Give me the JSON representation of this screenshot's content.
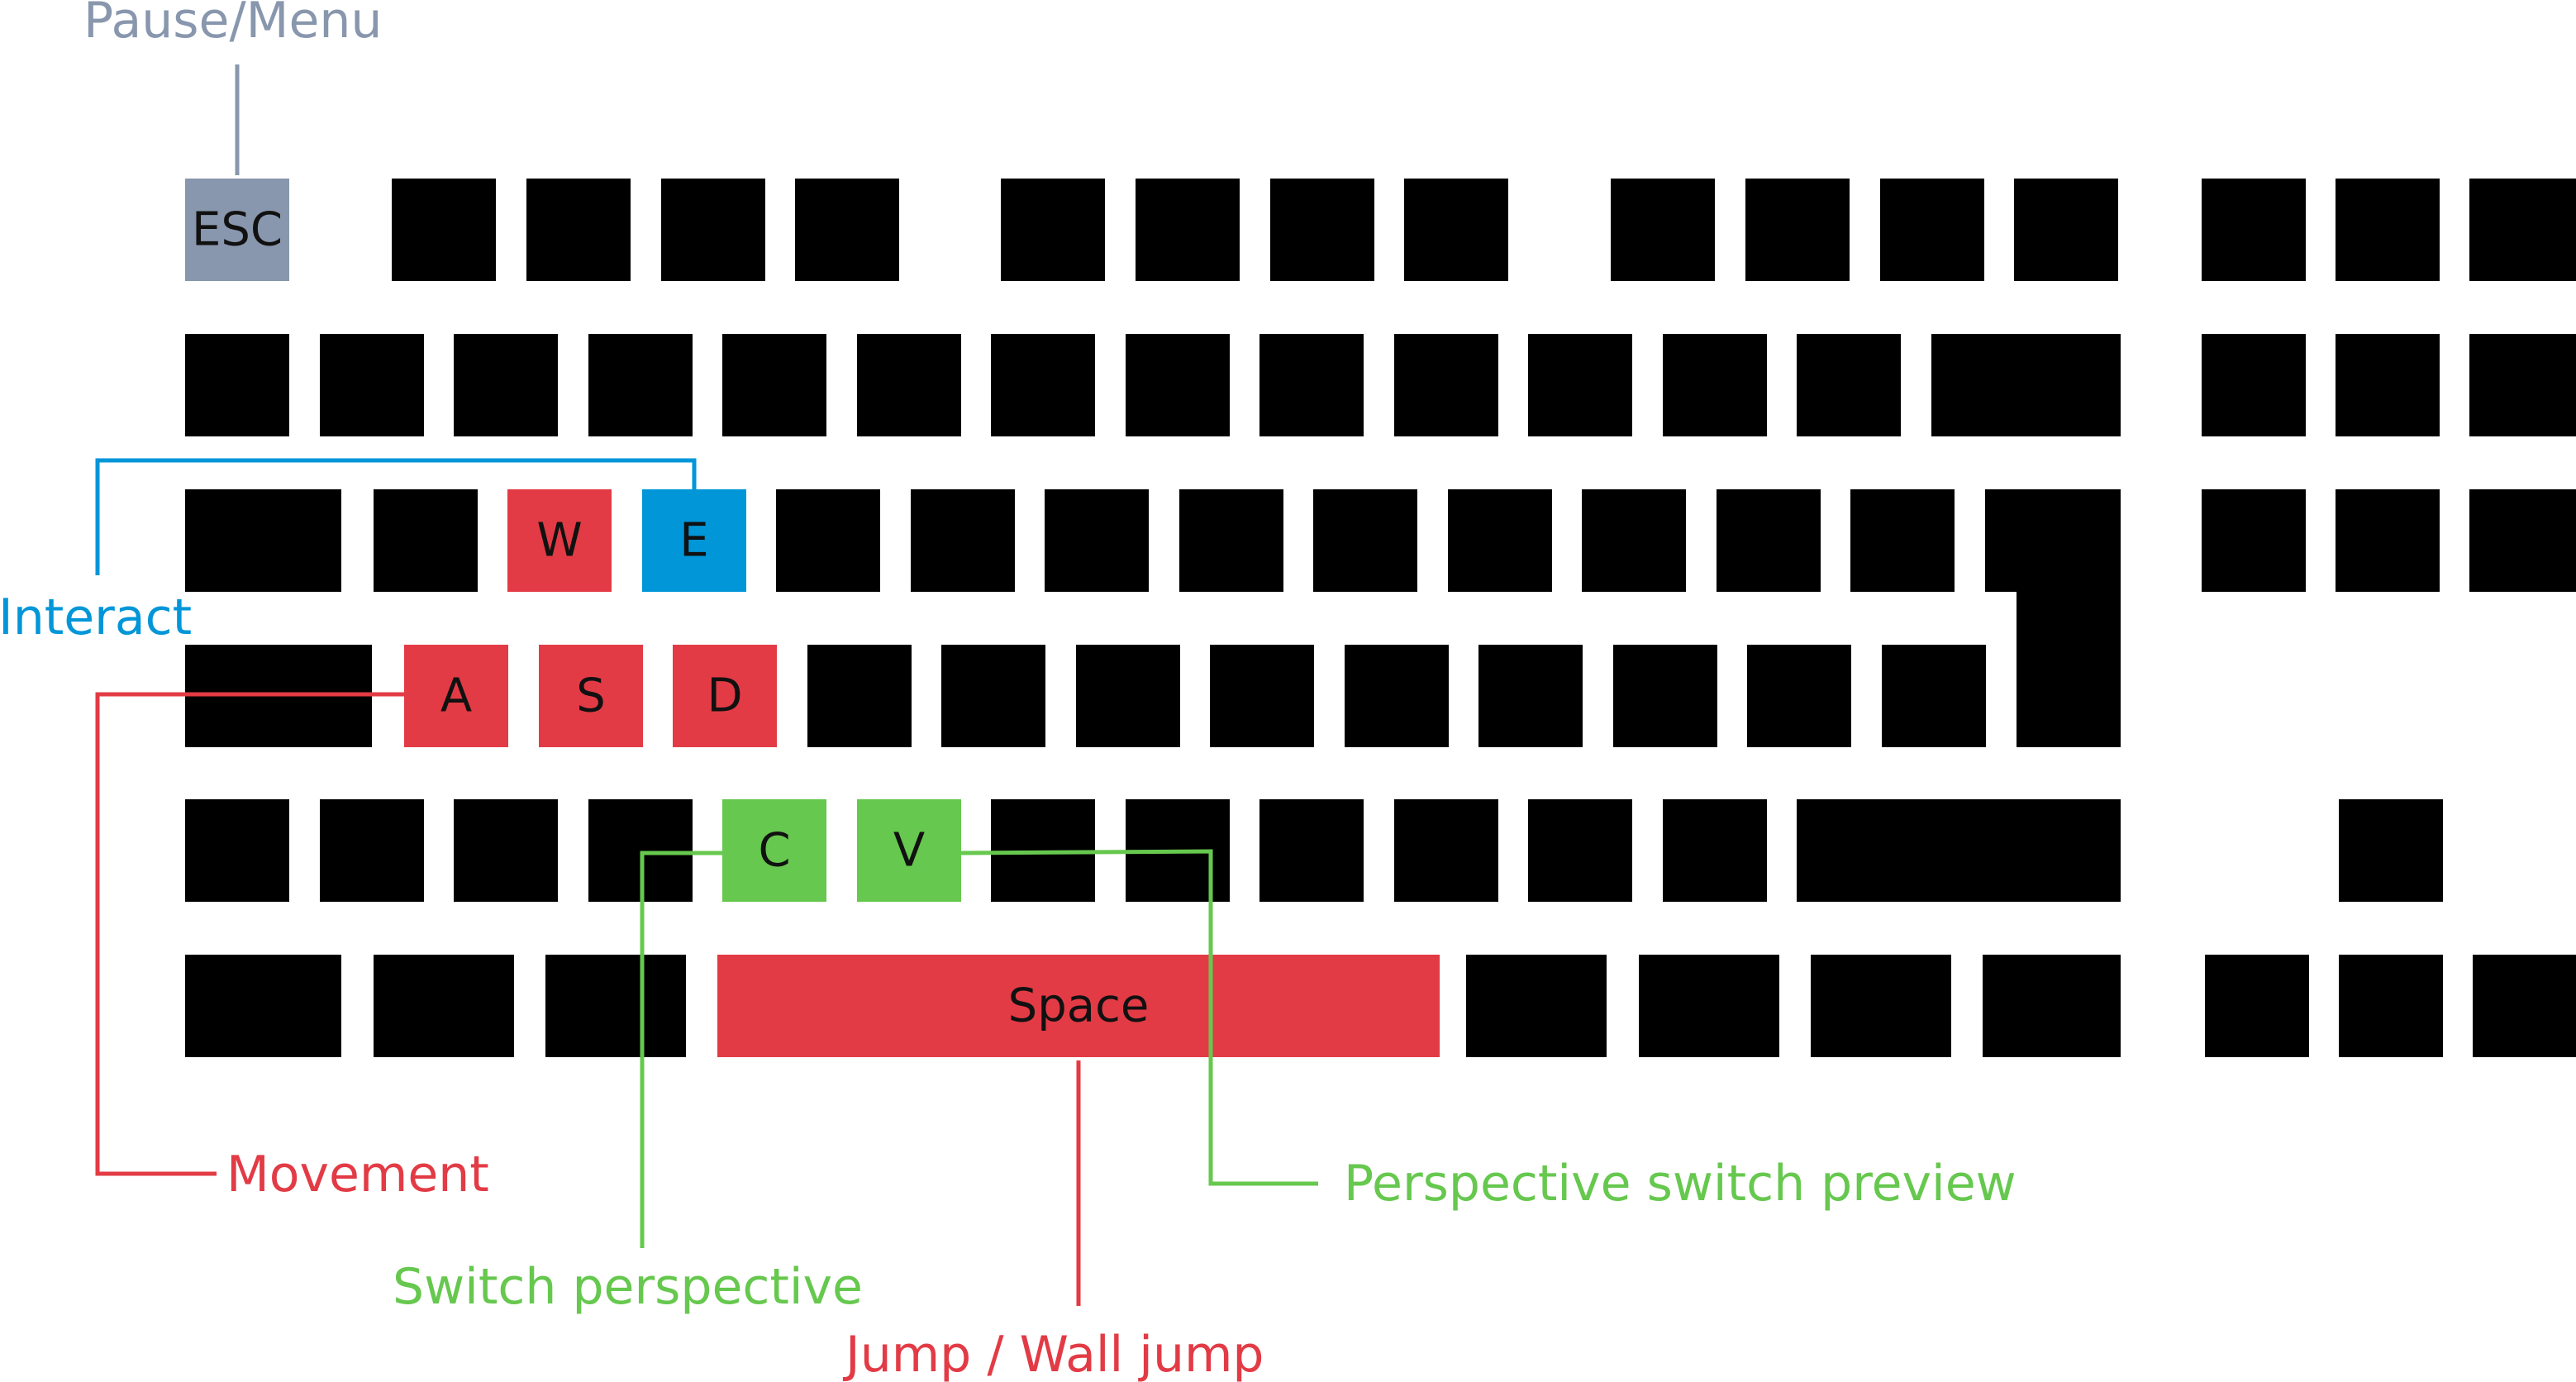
{
  "colors": {
    "key_default": "#000000",
    "movement": "#e23b45",
    "interact": "#0096d8",
    "perspective": "#66c84e",
    "menu": "#8897ad",
    "key_text": "#111111",
    "background": "#ffffff"
  },
  "keys": {
    "esc": "ESC",
    "w": "W",
    "e": "E",
    "a": "A",
    "s": "S",
    "d": "D",
    "c": "C",
    "v": "V",
    "space": "Space"
  },
  "callouts": {
    "pause_menu": "Pause/Menu",
    "interact": "Interact",
    "movement": "Movement",
    "switch_perspective": "Switch perspective",
    "perspective_switch_preview": "Perspective switch preview",
    "jump": "Jump / Wall jump"
  }
}
